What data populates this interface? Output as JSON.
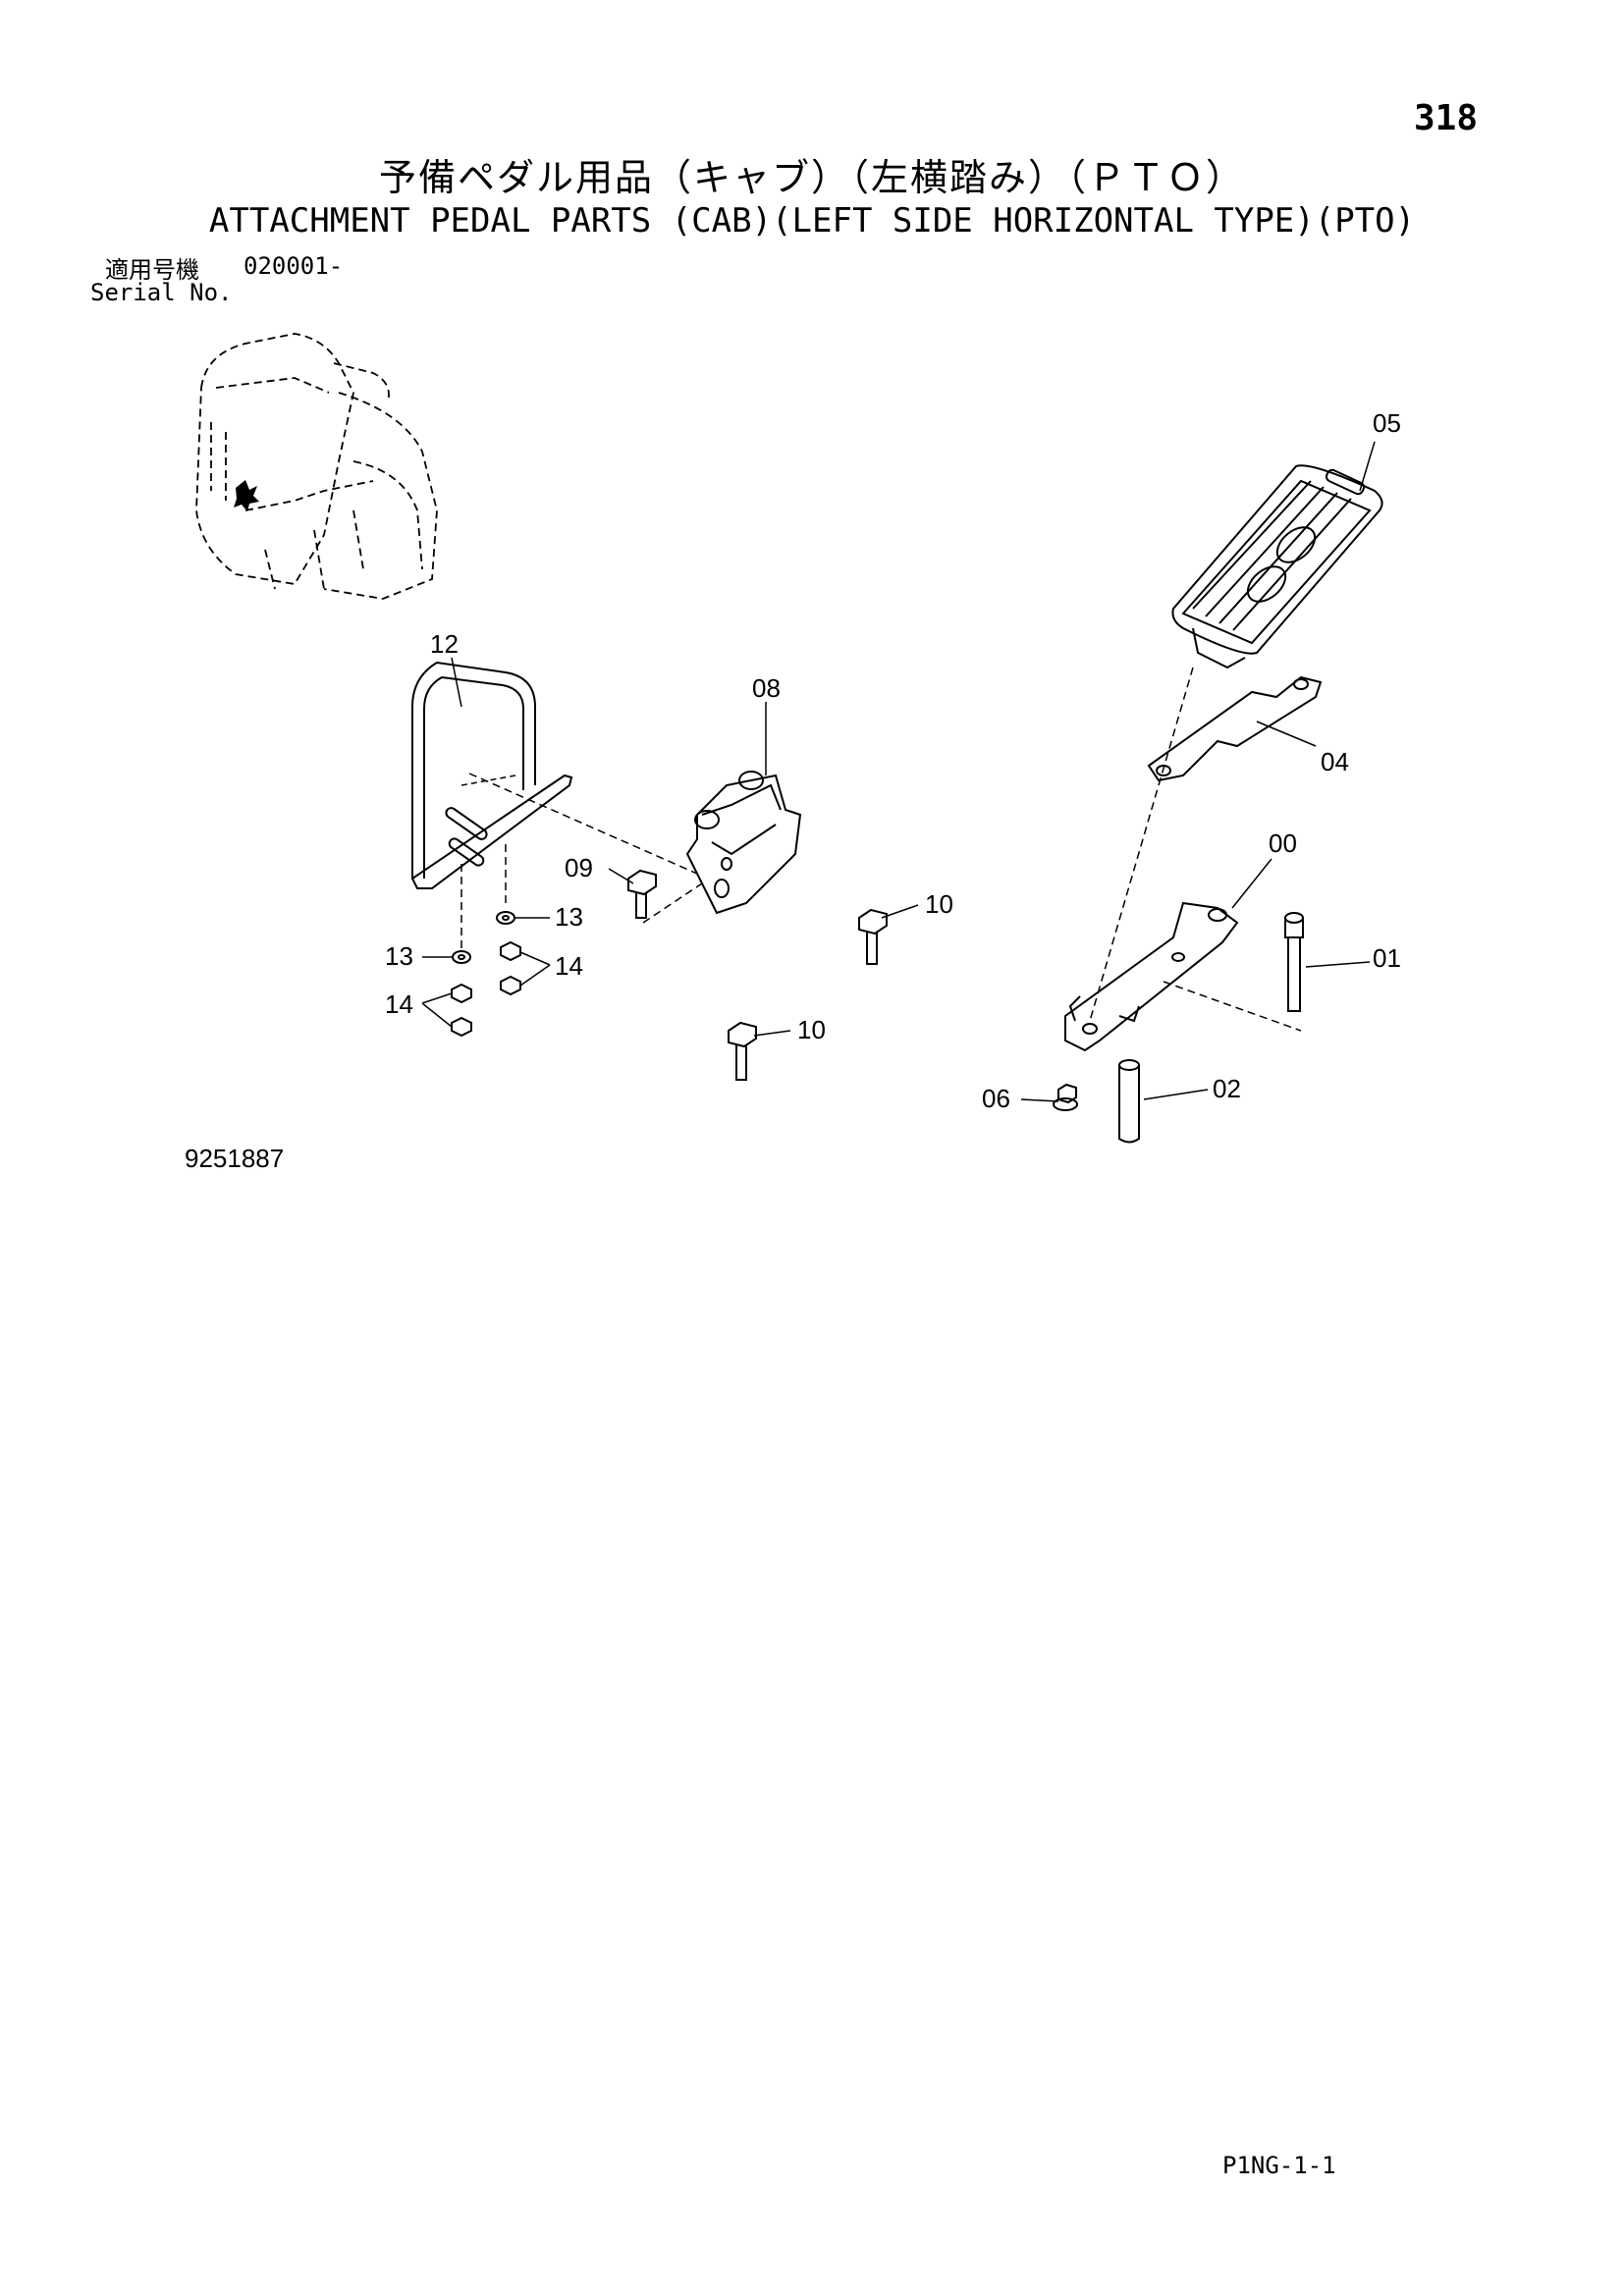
{
  "header": {
    "page_number": "318",
    "title_jp": "予備ペダル用品（キャブ）（左横踏み）（ＰＴＯ）",
    "title_en": "ATTACHMENT PEDAL PARTS (CAB)(LEFT SIDE HORIZONTAL TYPE)(PTO)",
    "serial_label_jp": "適用号機",
    "serial_value": "020001-",
    "serial_label_en": "Serial No."
  },
  "callouts": {
    "c00": "00",
    "c01": "01",
    "c02": "02",
    "c04": "04",
    "c05": "05",
    "c06": "06",
    "c08": "08",
    "c09": "09",
    "c10a": "10",
    "c10b": "10",
    "c12": "12",
    "c13a": "13",
    "c13b": "13",
    "c14a": "14",
    "c14b": "14"
  },
  "footer": {
    "drawing_number": "9251887",
    "page_code": "P1NG-1-1"
  }
}
